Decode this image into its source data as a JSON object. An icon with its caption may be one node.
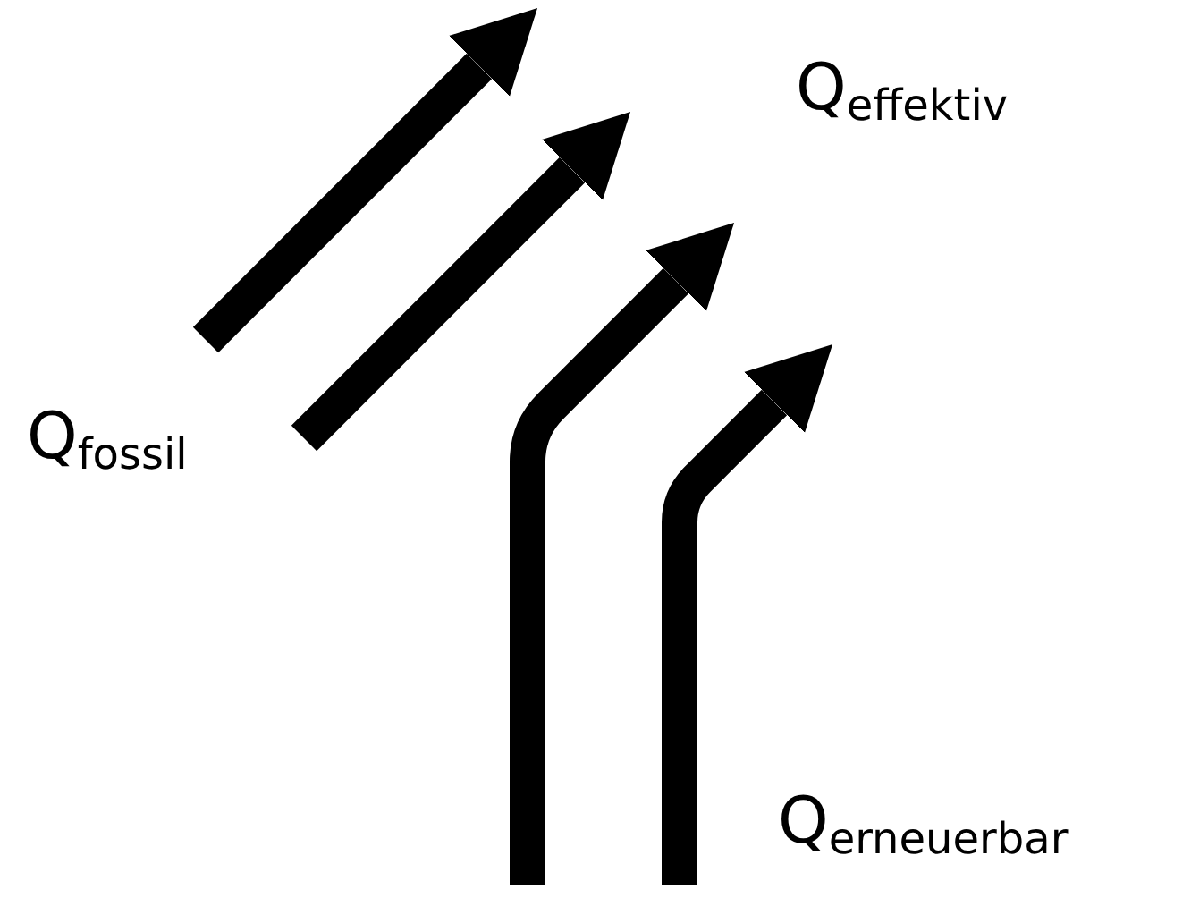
{
  "diagram": {
    "labels": [
      "Q$_{effektiv}$",
      "Q$_{fossil}$",
      "Q$_{erneuerbar}$"
    ]
  }
}
